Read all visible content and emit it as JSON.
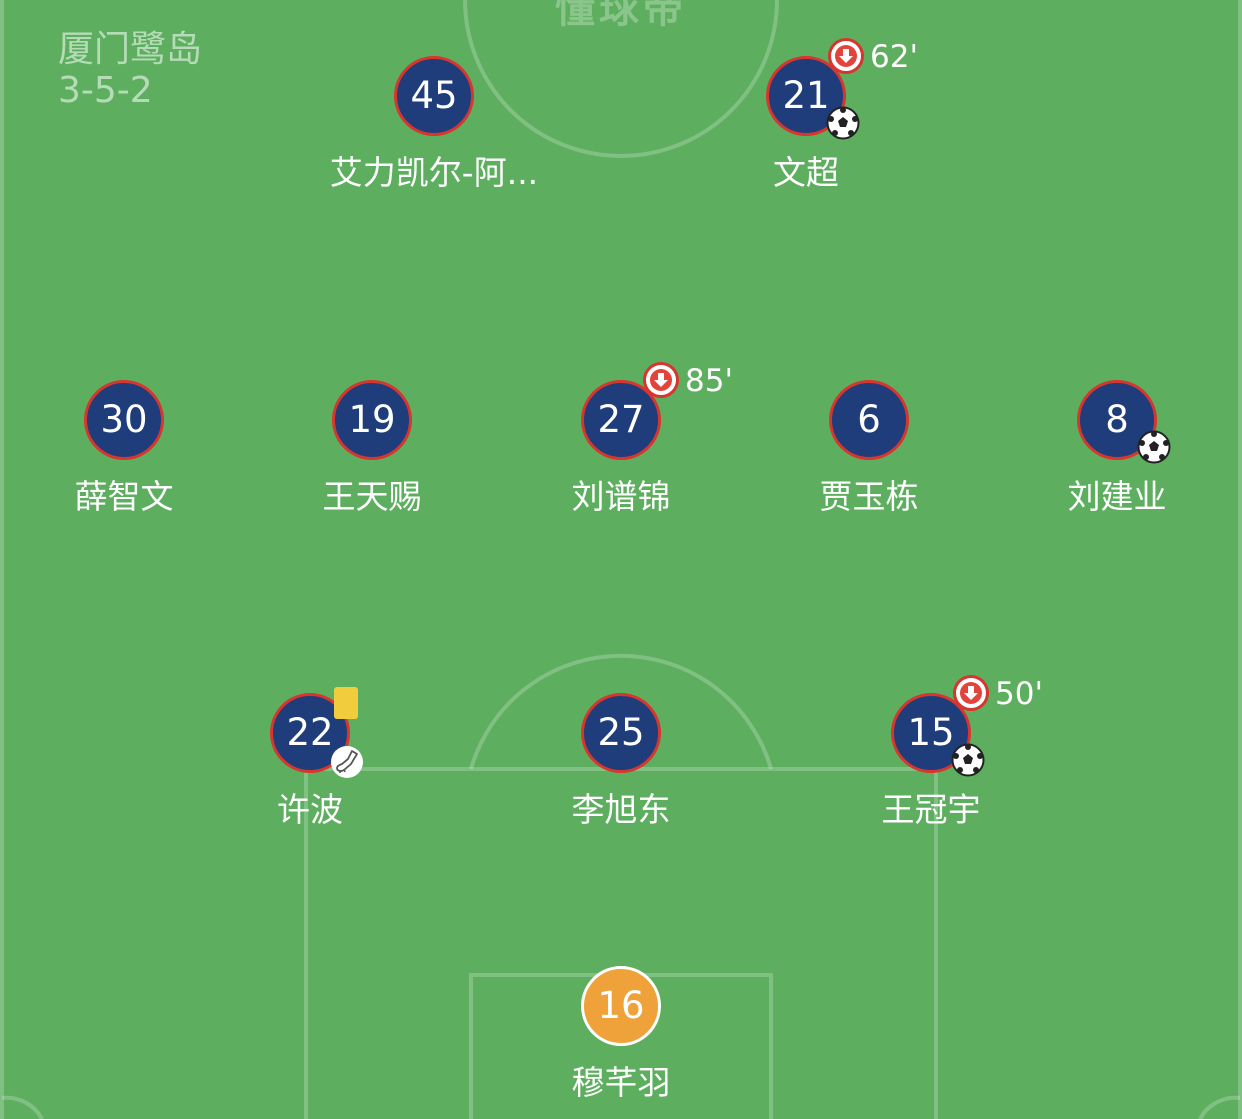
{
  "watermark": "懂球帝",
  "team": {
    "name": "厦门鹭岛",
    "formation": "3-5-2"
  },
  "colors": {
    "pitch": "#5daf5f",
    "player_fill": "#1e3d7a",
    "player_border": "#d8352e",
    "goalkeeper_fill": "#efa23a",
    "yellow_card": "#f1cd3d"
  },
  "players": {
    "p45": {
      "number": "45",
      "name": "艾力凯尔-阿..."
    },
    "p21": {
      "number": "21",
      "name": "文超",
      "sub_time": "62'",
      "icons": [
        "substitution-out-icon",
        "goal-ball-icon"
      ]
    },
    "p30": {
      "number": "30",
      "name": "薛智文"
    },
    "p19": {
      "number": "19",
      "name": "王天赐"
    },
    "p27": {
      "number": "27",
      "name": "刘谱锦",
      "sub_time": "85'",
      "icons": [
        "substitution-out-icon"
      ]
    },
    "p6": {
      "number": "6",
      "name": "贾玉栋"
    },
    "p8": {
      "number": "8",
      "name": "刘建业",
      "icons": [
        "goal-ball-icon"
      ]
    },
    "p22": {
      "number": "22",
      "name": "许波",
      "icons": [
        "yellow-card-icon",
        "assist-boot-icon"
      ]
    },
    "p25": {
      "number": "25",
      "name": "李旭东"
    },
    "p15": {
      "number": "15",
      "name": "王冠宇",
      "sub_time": "50'",
      "icons": [
        "substitution-out-icon",
        "goal-ball-icon"
      ]
    },
    "p16": {
      "number": "16",
      "name": "穆芊羽",
      "role": "goalkeeper"
    }
  }
}
